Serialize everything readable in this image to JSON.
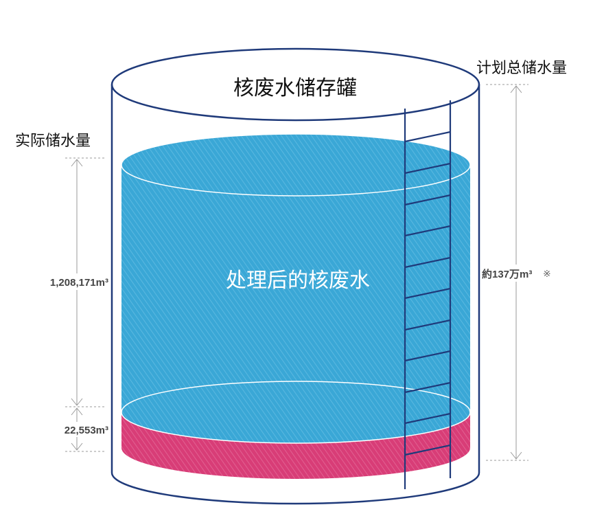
{
  "tank": {
    "title": "核废水储存罐",
    "water_label": "处理后的核废水"
  },
  "left_axis": {
    "title": "实际储水量",
    "upper_value": "1,208,171m³",
    "lower_value": "22,553m³"
  },
  "right_axis": {
    "title": "计划总储水量",
    "total_value": "約137万m³",
    "note_mark": "※"
  },
  "colors": {
    "water": "#3aa7d6",
    "water_stripe": "#63bde3",
    "sludge": "#d83d77",
    "sludge_stripe": "#e46a98",
    "outline": "#1f3a7a",
    "guide": "#9a9a9a"
  }
}
